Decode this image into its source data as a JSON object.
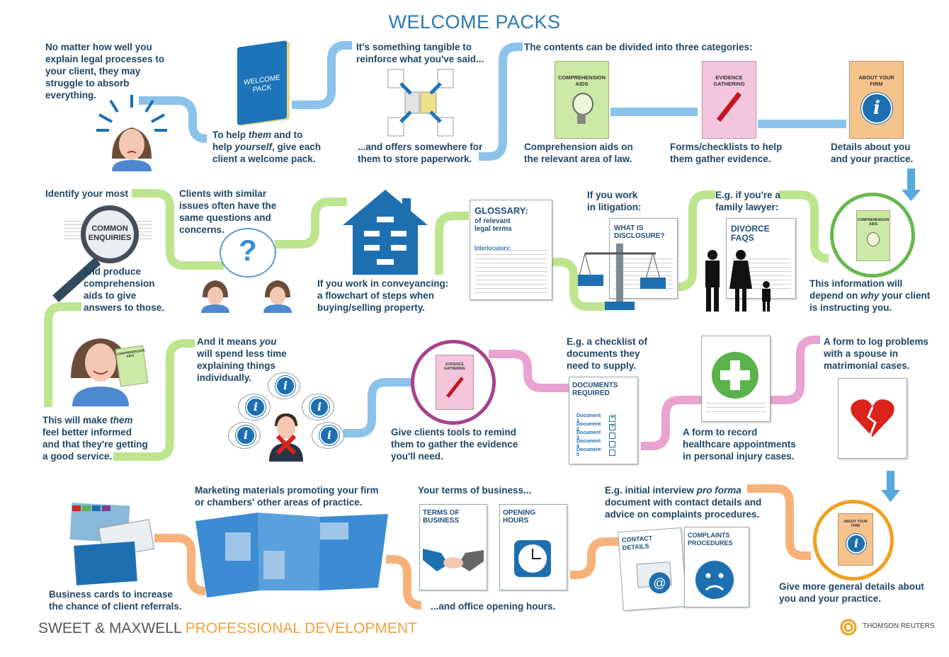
{
  "title": "WELCOME PACKS",
  "row1": {
    "intro": "No matter how well you\nexplain legal processes to\nyour client, they may\nstruggle to absorb\neverything.",
    "help_pre": "To help ",
    "help_them": "them",
    "help_mid": " and to\nhelp ",
    "help_yourself": "yourself",
    "help_post": ", give each\nclient a welcome pack.",
    "book_label": "WELCOME\nPACK",
    "tangible": "It's something tangible to\nreinforce what you've said...",
    "offers": "...and offers somewhere for\nthem to store paperwork.",
    "categories_title": "The contents can be divided into three categories:",
    "cat1_folder": "COMPREHENSION\nAIDS",
    "cat1_text": "Comprehension aids on\nthe relevant area of law.",
    "cat2_folder": "EVIDENCE\nGATHERING",
    "cat2_text": "Forms/checklists to help\nthem gather evidence.",
    "cat3_folder": "ABOUT YOUR\nFIRM",
    "cat3_text": "Details about you\nand your practice."
  },
  "row2": {
    "identify": "Identify your most",
    "magnifier_label": "COMMON\nENQUIRIES",
    "produce": "and produce\ncomprehension\naids to give\nanswers to those.",
    "similar": "Clients with similar\nissues often have the\nsame questions and\nconcerns.",
    "conveyancing": "If you work in conveyancing:\na flowchart of steps when\nbuying/selling property.",
    "glossary_title": "GLOSSARY:",
    "glossary_sub": "of relevant\nlegal terms",
    "glossary_item": "Interlocutory:",
    "litigation": "If you work\nin litigation:",
    "disclosure": "WHAT IS\nDISCLOSURE?",
    "family": "E.g. if you're a\nfamily lawyer:",
    "divorce": "DIVORCE\nFAQS",
    "circle_folder": "COMPREHENSION\nAIDS",
    "depend_pre": "This information will\ndepend on ",
    "depend_why": "why",
    "depend_post": " your client\nis instructing you."
  },
  "row3": {
    "make_pre": "This will make ",
    "make_them": "them",
    "make_post": "\nfeel better informed\nand that they're getting\na good service.",
    "held_folder": "COMPREHENSION\nAIDS",
    "means_pre": "And it means ",
    "means_you": "you",
    "means_post": "\nwill spend less time\nexplaining things\nindividually.",
    "evidence_folder": "EVIDENCE\nGATHERING",
    "tools": "Give clients tools to remind\nthem to gather the evidence\nyou'll need.",
    "checklist_intro": "E.g. a checklist of\ndocuments they\nneed to supply.",
    "docs_required": "DOCUMENTS\nREQUIRED",
    "documents": [
      "Document 1",
      "Document 2",
      "Document 3",
      "Document 4",
      "Document 5"
    ],
    "healthcare": "A form to record\nhealthcare appointments\nin personal injury cases.",
    "spouse": "A form to log problems\nwith a spouse in\nmatrimonial cases."
  },
  "row4": {
    "cards": "Business cards to  increase\nthe chance of client referrals.",
    "marketing": "Marketing materials promoting your firm\nor chambers' other areas of practice.",
    "terms_intro": "Your terms of business...",
    "terms_doc": "TERMS OF\nBUSINESS",
    "hours_doc": "OPENING\nHOURS",
    "office_hours": "...and office opening hours.",
    "proforma_pre": "E.g. initial interview ",
    "proforma_italic": "pro forma",
    "proforma_post": "\ndocument with contact details and\nadvice on complaints procedures.",
    "contact_doc": "CONTACT\nDETAILS",
    "complaints_doc": "COMPLAINTS\nPROCEDURES",
    "circle_folder": "ABOUT YOUR\nFIRM",
    "general": "Give more general details about\nyou and your practice."
  },
  "footer": {
    "brand": "SWEET & MAXWELL",
    "division": "PROFESSIONAL DEVELOPMENT",
    "partner": "THOMSON REUTERS"
  },
  "colors": {
    "blue_connector": "#8cc3ea",
    "green_connector": "#bde58f",
    "pink_connector": "#e8a3d0",
    "orange_connector": "#f7b27a",
    "title": "#2a7ab3",
    "comprehension": "#cde9a6",
    "evidence": "#f3c6de",
    "about_firm": "#f7c38c"
  },
  "icons": [
    "info-icon",
    "lightbulb-icon",
    "pen-icon",
    "question-icon",
    "house-icon",
    "scales-icon",
    "family-icon",
    "check-icon",
    "cross-icon",
    "heart-icon",
    "handshake-icon",
    "clock-icon",
    "envelope-icon",
    "sad-face-icon",
    "arrow-down-icon"
  ]
}
